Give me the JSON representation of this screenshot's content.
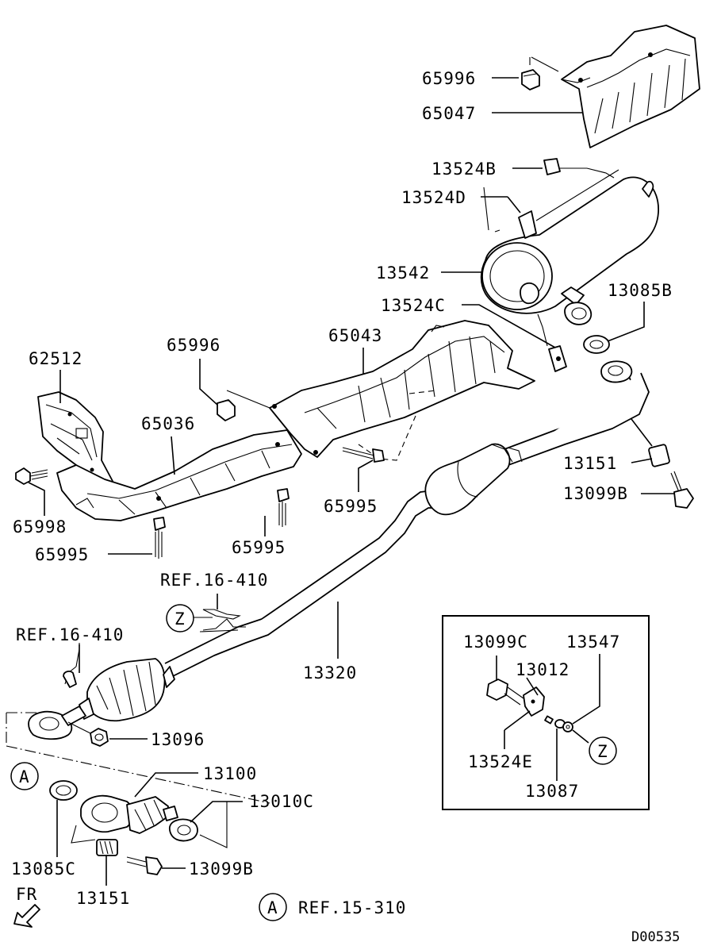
{
  "diagram": {
    "code": "D00535",
    "front_label": "FR",
    "callouts": {
      "p65996_top": "65996",
      "p65047": "65047",
      "p13524B": "13524B",
      "p13524D": "13524D",
      "p13542": "13542",
      "p13085B": "13085B",
      "p13524C": "13524C",
      "p65043": "65043",
      "p65996_mid": "65996",
      "p62512": "62512",
      "p65036": "65036",
      "p65998": "65998",
      "p65995_left": "65995",
      "p65995_mid": "65995",
      "p65995_right": "65995",
      "p13151_right": "13151",
      "p13099B_right": "13099B",
      "p13320": "13320",
      "p13096": "13096",
      "p13100": "13100",
      "p13010C": "13010C",
      "p13085C": "13085C",
      "p13151_left": "13151",
      "p13099B_left": "13099B",
      "ref_16_410_top": "REF.16-410",
      "ref_16_410_left": "REF.16-410",
      "ref_15_310": "REF.15-310",
      "marker_z": "Z",
      "marker_a": "A"
    },
    "detail_box": {
      "p13099C": "13099C",
      "p13012": "13012",
      "p13547": "13547",
      "p13524E": "13524E",
      "p13087": "13087",
      "marker_z": "Z"
    }
  }
}
